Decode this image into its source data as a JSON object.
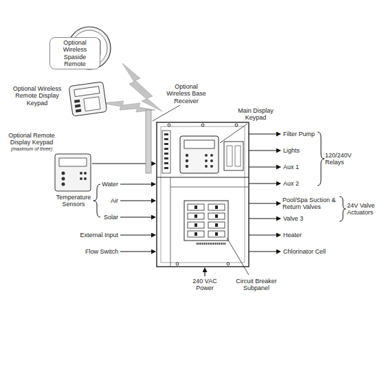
{
  "diagram": {
    "nodes": [
      {
        "text": [
          "Optional Wireless Spaside Remote"
        ]
      },
      {
        "text": [
          "Optional Wireless Remote Display Keypad"
        ]
      },
      {
        "text": [
          "Optional Remote Display Keypad",
          "(maximum of three)"
        ]
      },
      {
        "text": [
          "Optional Wireless Base Receiver"
        ]
      },
      {
        "text": [
          "Main Display Keypad"
        ]
      },
      {
        "text": [
          "Circuit Breaker Subpanel"
        ]
      }
    ],
    "labels": [
      "Water",
      "Air",
      "Solar",
      "Temperature Sensors",
      "External Input",
      "Flow Switch",
      "240 VAC Power",
      "Filter Pump",
      "Lights",
      "Aux 1",
      "Aux 2",
      "120/240V Relays",
      "Pool/Spa Suction & Return Valves",
      "Valve 3",
      "24V Valve Actuators",
      "Heater",
      "Chlorinator Cell"
    ]
  }
}
